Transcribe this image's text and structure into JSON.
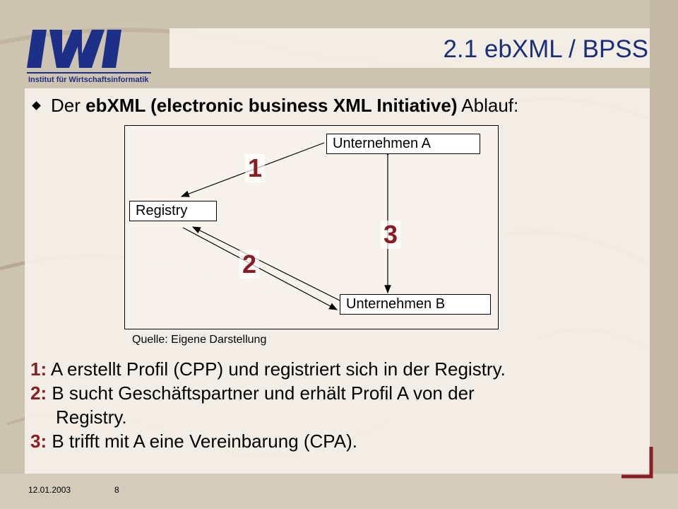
{
  "header": {
    "logo_text": "IWI",
    "logo_subtitle": "Institut für Wirtschaftsinformatik",
    "title": "2.1 ebXML / BPSS"
  },
  "intro": {
    "prefix": "Der ",
    "bold": "ebXML (electronic business XML Initiative)",
    "suffix": " Ablauf:"
  },
  "diagram": {
    "nodes": {
      "company_a": "Unternehmen A",
      "registry": "Registry",
      "company_b": "Unternehmen B"
    },
    "step_labels": [
      "1",
      "2",
      "3"
    ],
    "source": "Quelle: Eigene Darstellung"
  },
  "steps": [
    {
      "num": "1",
      "sep": ":",
      "text": " A erstellt Profil (CPP) und registriert sich in der Registry.",
      "cont": ""
    },
    {
      "num": "2",
      "sep": ":",
      "text": " B sucht Geschäftspartner und erhält Profil A von der",
      "cont": "Registry."
    },
    {
      "num": "3",
      "sep": ":",
      "text": " B trifft mit A eine Vereinbarung (CPA).",
      "cont": ""
    }
  ],
  "footer": {
    "date": "12.01.2003",
    "page": "8"
  },
  "colors": {
    "title_blue": "#1a2f7a",
    "accent_red": "#8b1c24",
    "logo_blue": "#1d2f87"
  }
}
